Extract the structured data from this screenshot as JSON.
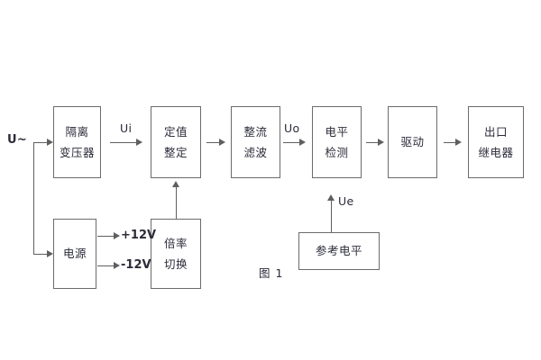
{
  "diagram": {
    "caption": "图 1",
    "blocks": [
      {
        "id": "isolation-transformer",
        "lines": [
          "隔离",
          "变压器"
        ]
      },
      {
        "id": "setpoint-adjust",
        "lines": [
          "定值",
          "整定"
        ]
      },
      {
        "id": "rectify-filter",
        "lines": [
          "整流",
          "滤波"
        ]
      },
      {
        "id": "level-detect",
        "lines": [
          "电平",
          "检测"
        ]
      },
      {
        "id": "driver",
        "lines": [
          "驱动"
        ]
      },
      {
        "id": "output-relay",
        "lines": [
          "出口",
          "继电器"
        ]
      },
      {
        "id": "power-supply",
        "lines": [
          "电源"
        ]
      },
      {
        "id": "multiplier-switch",
        "lines": [
          "倍率",
          "切换"
        ]
      },
      {
        "id": "reference-level",
        "lines": [
          "参考电平"
        ]
      }
    ],
    "labels": {
      "input_ac": "U~",
      "ui": "Ui",
      "uo": "Uo",
      "ue": "Ue",
      "v_pos": "+12V",
      "v_neg": "-12V"
    },
    "colors": {
      "line": "#5f5f5f",
      "border": "#6b6b6b",
      "text": "#2b2b3a",
      "background": "#ffffff"
    }
  }
}
